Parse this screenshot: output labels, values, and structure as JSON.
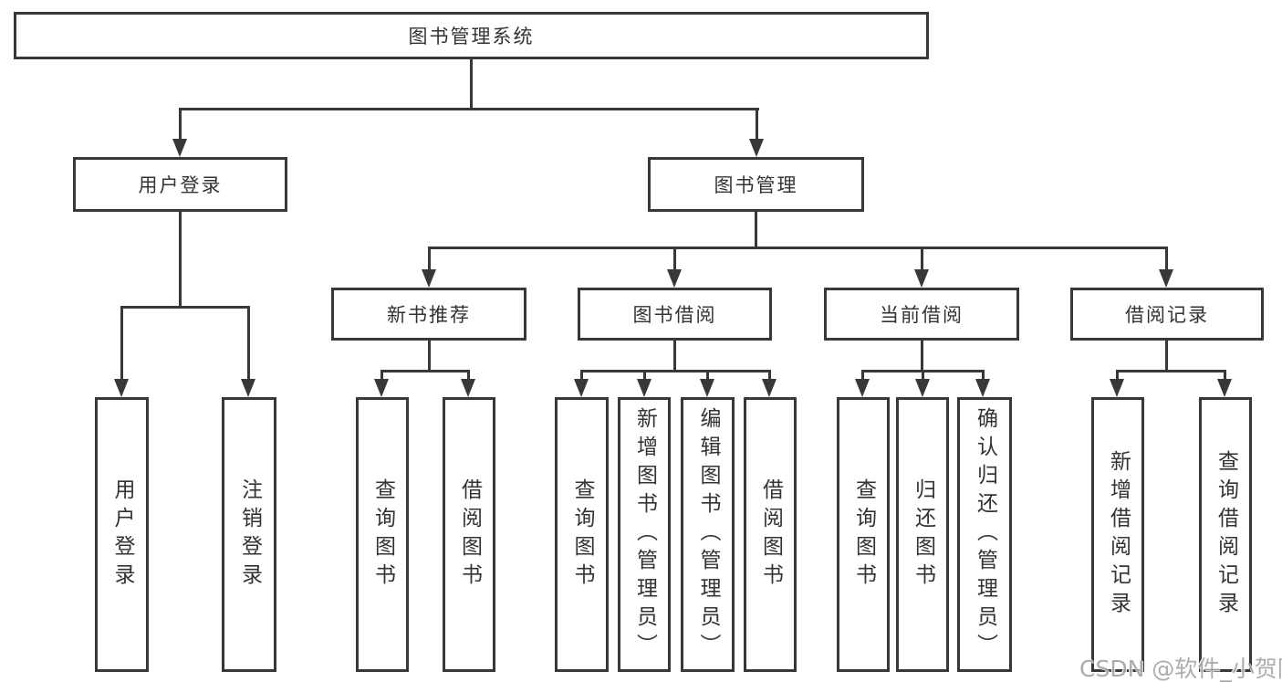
{
  "diagram": {
    "root": "图书管理系统",
    "branches": {
      "user_login": "用户登录",
      "book_management": "图书管理"
    },
    "modules": {
      "new_book": "新书推荐",
      "book_borrow": "图书借阅",
      "current_borrow": "当前借阅",
      "borrow_records": "借阅记录"
    },
    "leaves": {
      "user_login": [
        "用户登录",
        "注销登录"
      ],
      "new_book": [
        "查询图书",
        "借阅图书"
      ],
      "book_borrow": [
        "查询图书",
        "新增图书（管理员）",
        "编辑图书（管理员）",
        "借阅图书"
      ],
      "current_borrow": [
        "查询图书",
        "归还图书",
        "确认归还（管理员）"
      ],
      "borrow_records": [
        "新增借阅记录",
        "查询借阅记录"
      ]
    }
  },
  "watermark": "CSDN @软件_小贺同学",
  "colors": {
    "line": "#383838",
    "text": "#333333",
    "background": "#ffffff",
    "watermark": "#a6a6a6"
  }
}
